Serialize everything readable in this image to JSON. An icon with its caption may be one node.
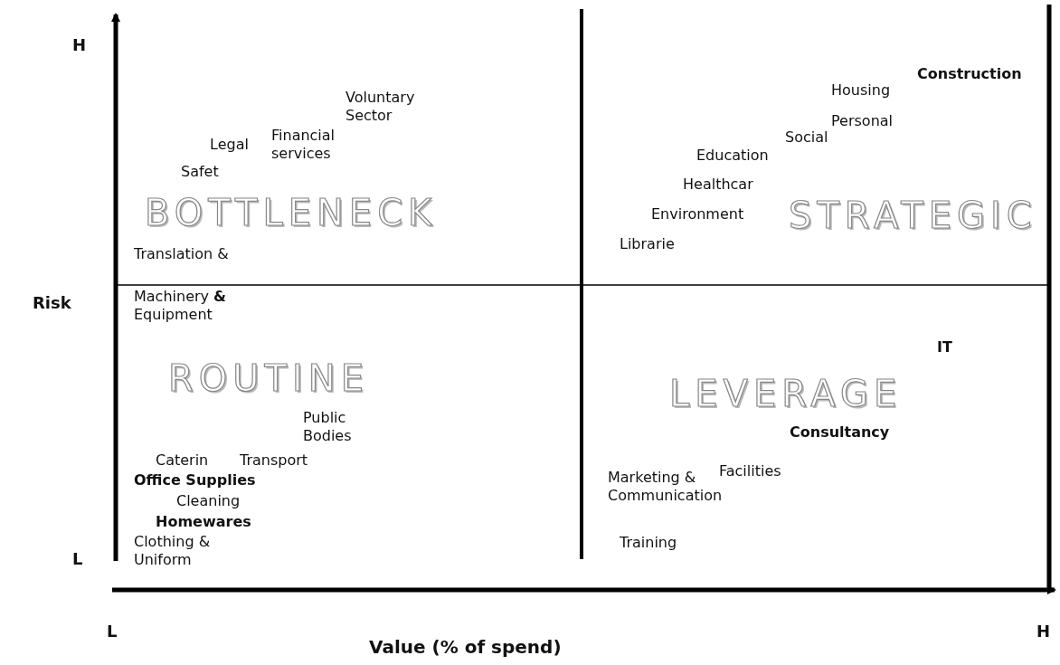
{
  "diagram": {
    "labels": [
      "H",
      "Construction",
      "Housing",
      "Voluntary Sector",
      "Personal",
      "Financial services",
      "BOTTLENECK",
      "STRATEGIC",
      "Social",
      "Education",
      "Legal",
      "Safet",
      "Healthcar",
      "Environment",
      "Librarie",
      "Translation &",
      "Risk",
      "Machinery **&** Equipment",
      "IT",
      "ROUTINE",
      "LEVERAGE",
      "Public Bodies",
      "Consultancy",
      "Caterin",
      "Transport",
      "Facilities",
      "Office Supplies",
      "Marketing & Communication",
      "Cleaning",
      "Homewares",
      "Training",
      "Clothing & Uniform",
      "L",
      "L",
      "H",
      "Value (% of spend)"
    ]
  }
}
